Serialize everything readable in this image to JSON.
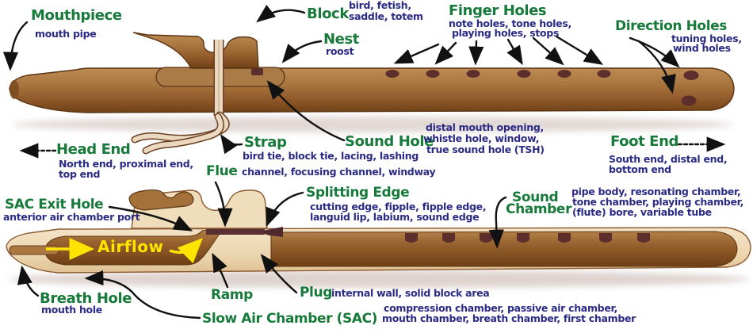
{
  "labels": {
    "mouthpiece": {
      "main": "Mouthpiece",
      "sub": "mouth pipe"
    },
    "block": {
      "main": "Block",
      "sub1": "bird, fetish,",
      "sub2": "saddle, totem"
    },
    "nest": {
      "main": "Nest",
      "sub": "roost"
    },
    "finger_holes": {
      "main": "Finger Holes",
      "sub1": "note holes, tone holes,",
      "sub2": "playing holes, stops"
    },
    "direction_holes": {
      "main": "Direction Holes",
      "sub1": "tuning holes,",
      "sub2": "wind holes"
    },
    "head_end": {
      "main": "Head End",
      "sub1": "North end, proximal end,",
      "sub2": "top end"
    },
    "strap": {
      "main": "Strap",
      "sub": "bird tie, block tie, lacing, lashing"
    },
    "sound_hole": {
      "main": "Sound Hole",
      "sub1": "distal mouth opening,",
      "sub2": "whistle hole, window,",
      "sub3": "true sound hole (TSH)"
    },
    "foot_end": {
      "main": "Foot End",
      "sub1": "South end, distal end,",
      "sub2": "bottom end"
    },
    "flue": {
      "main": "Flue",
      "sub": "channel, focusing channel, windway"
    },
    "sac_exit_hole": {
      "main": "SAC Exit Hole",
      "sub": "anterior air chamber port"
    },
    "splitting_edge": {
      "main": "Splitting Edge",
      "sub1": "cutting edge, fipple, fipple edge,",
      "sub2": "languid lip, labium, sound edge"
    },
    "sound_chamber": {
      "main1": "Sound",
      "main2": "Chamber",
      "sub1": "pipe body, resonating chamber,",
      "sub2": "tone chamber, playing chamber,",
      "sub3": "(flute) bore, variable tube"
    },
    "airflow": {
      "main": "Airflow"
    },
    "breath_hole": {
      "main": "Breath Hole",
      "sub": "mouth hole"
    },
    "ramp": {
      "main": "Ramp"
    },
    "plug": {
      "main": "Plug",
      "sub": "internal wall, solid block area"
    },
    "slow_air_chamber": {
      "main": "Slow Air Chamber (SAC)",
      "sub1": "compression chamber, passive air chamber,",
      "sub2": "mouth chamber, breath chamber, first chamber"
    }
  },
  "colors": {
    "label_green": "#177a3a",
    "alternate_name_blue": "#2b2b85",
    "arrow_black": "#111111",
    "airflow_yellow": "#ffe400",
    "wood_mid": "#a9773f",
    "wood_dark": "#6f4115",
    "body_cream": "#f0ddbb",
    "hole_dark": "#5c2e2c"
  }
}
